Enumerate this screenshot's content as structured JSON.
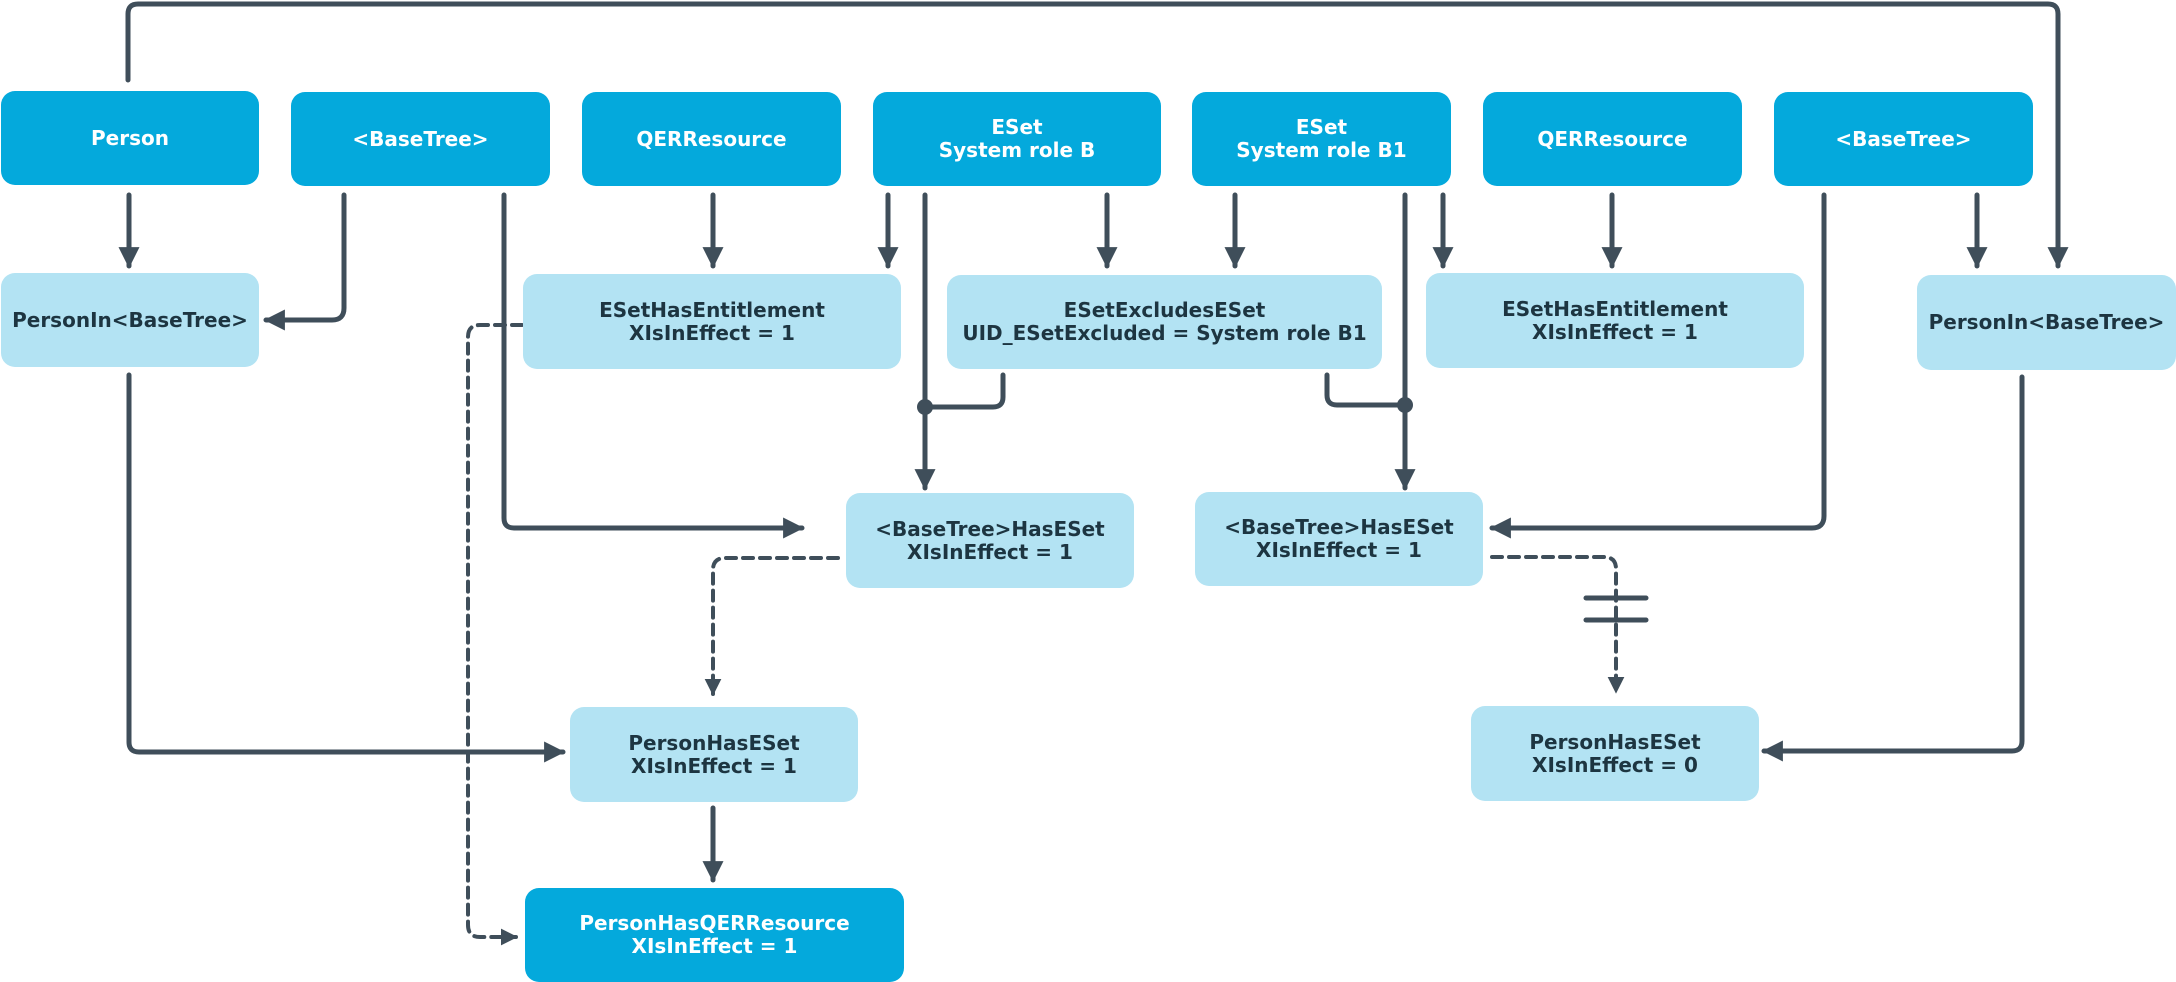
{
  "nodes": {
    "person": [
      "Person"
    ],
    "basetree_1": [
      "<BaseTree>"
    ],
    "qerresource_1": [
      "QERResource"
    ],
    "eset_b": [
      "ESet",
      "System role B"
    ],
    "eset_b1": [
      "ESet",
      "System role B1"
    ],
    "qerresource_2": [
      "QERResource"
    ],
    "basetree_2": [
      "<BaseTree>"
    ],
    "personin_basetree_1": [
      "PersonIn<BaseTree>"
    ],
    "esethasentitlement_1": [
      "ESetHasEntitlement",
      "XIsInEffect = 1"
    ],
    "esetexcludeseset": [
      "ESetExcludesESet",
      "UID_ESetExcluded = System role B1"
    ],
    "esethasentitlement_2": [
      "ESetHasEntitlement",
      "XIsInEffect = 1"
    ],
    "personin_basetree_2": [
      "PersonIn<BaseTree>"
    ],
    "basetreehaseset_1": [
      "<BaseTree>HasESet",
      "XIsInEffect = 1"
    ],
    "basetreehaseset_2": [
      "<BaseTree>HasESet",
      "XIsInEffect = 1"
    ],
    "personhaseset_1": [
      "PersonHasESet",
      "XIsInEffect = 1"
    ],
    "personhaseset_2": [
      "PersonHasESet",
      "XIsInEffect = 0"
    ],
    "personhasqerresource": [
      "PersonHasQERResource",
      "XIsInEffect = 1"
    ]
  },
  "colors": {
    "primary_box": "#04a9dc",
    "secondary_box": "#b3e3f3",
    "secondary_text": "#1d3541",
    "connector": "#3f4e5a"
  }
}
